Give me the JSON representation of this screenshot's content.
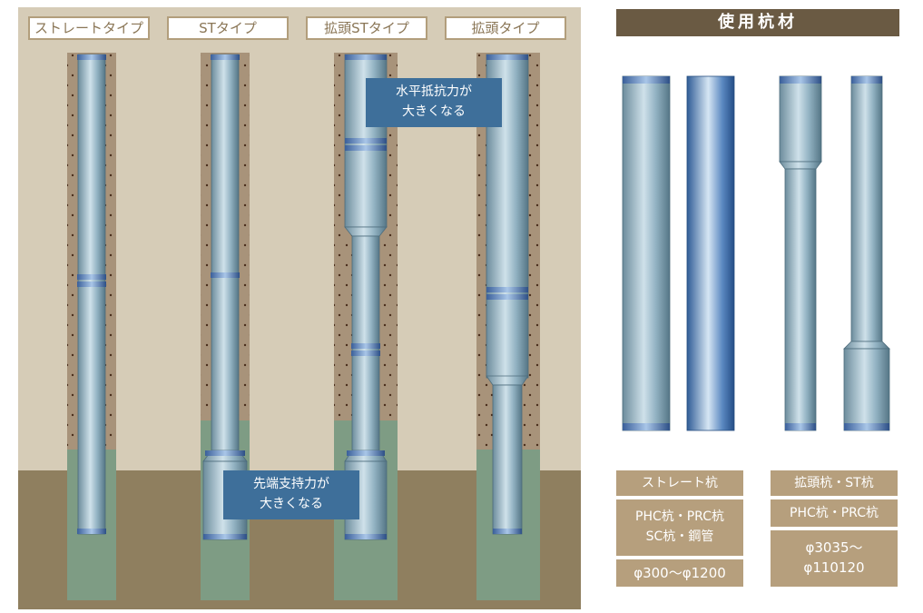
{
  "pile_types": [
    {
      "label": "ストレートタイプ"
    },
    {
      "label": "STタイプ"
    },
    {
      "label": "拡頭STタイプ"
    },
    {
      "label": "拡頭タイプ"
    }
  ],
  "callouts": {
    "horizontal_resistance": [
      "水平抵抗力が",
      "大きくなる"
    ],
    "tip_bearing": [
      "先端支持力が",
      "大きくなる"
    ]
  },
  "materials": {
    "title": "使用杭材",
    "straight": {
      "name": "ストレート杭",
      "kinds": [
        "PHC杭・PRC杭",
        "SC杭・鋼管"
      ],
      "range": "φ300～φ1200"
    },
    "enlarged": {
      "name": "拡頭杭・ST杭",
      "kinds": [
        "PHC杭・PRC杭"
      ],
      "range": [
        "φ3035～",
        "φ110120"
      ]
    }
  },
  "colors": {
    "ground": "#d6ccb7",
    "soil": "#a8937a",
    "bearing_layer": "#8f7f5f",
    "green_zone": "#7e9c84",
    "pile_blue": "#3e6f9a",
    "tag_bg": "#b69f7d",
    "title_bg": "#6a5a43"
  }
}
